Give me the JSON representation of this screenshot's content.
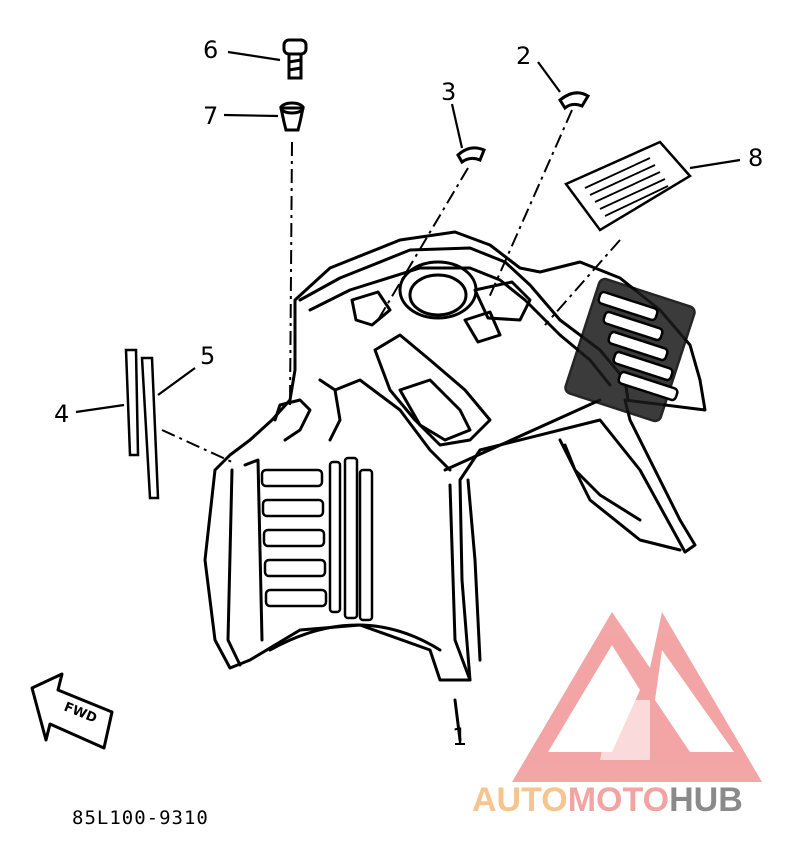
{
  "diagram": {
    "part_labels": [
      {
        "id": "1",
        "text": "1"
      },
      {
        "id": "2",
        "text": "2"
      },
      {
        "id": "3",
        "text": "3"
      },
      {
        "id": "4",
        "text": "4"
      },
      {
        "id": "5",
        "text": "5"
      },
      {
        "id": "6",
        "text": "6"
      },
      {
        "id": "7",
        "text": "7"
      },
      {
        "id": "8",
        "text": "8"
      }
    ],
    "direction_arrow_text": "FWD",
    "drawing_code": "85L100-9310"
  },
  "watermark": {
    "brand_parts": [
      "AUTO",
      "MOTO",
      "HUB"
    ],
    "colors": {
      "auto": "#f6c58f",
      "moto": "#f4a3a3",
      "hub": "#8a8a8a",
      "logo": "#f29c9c"
    }
  }
}
